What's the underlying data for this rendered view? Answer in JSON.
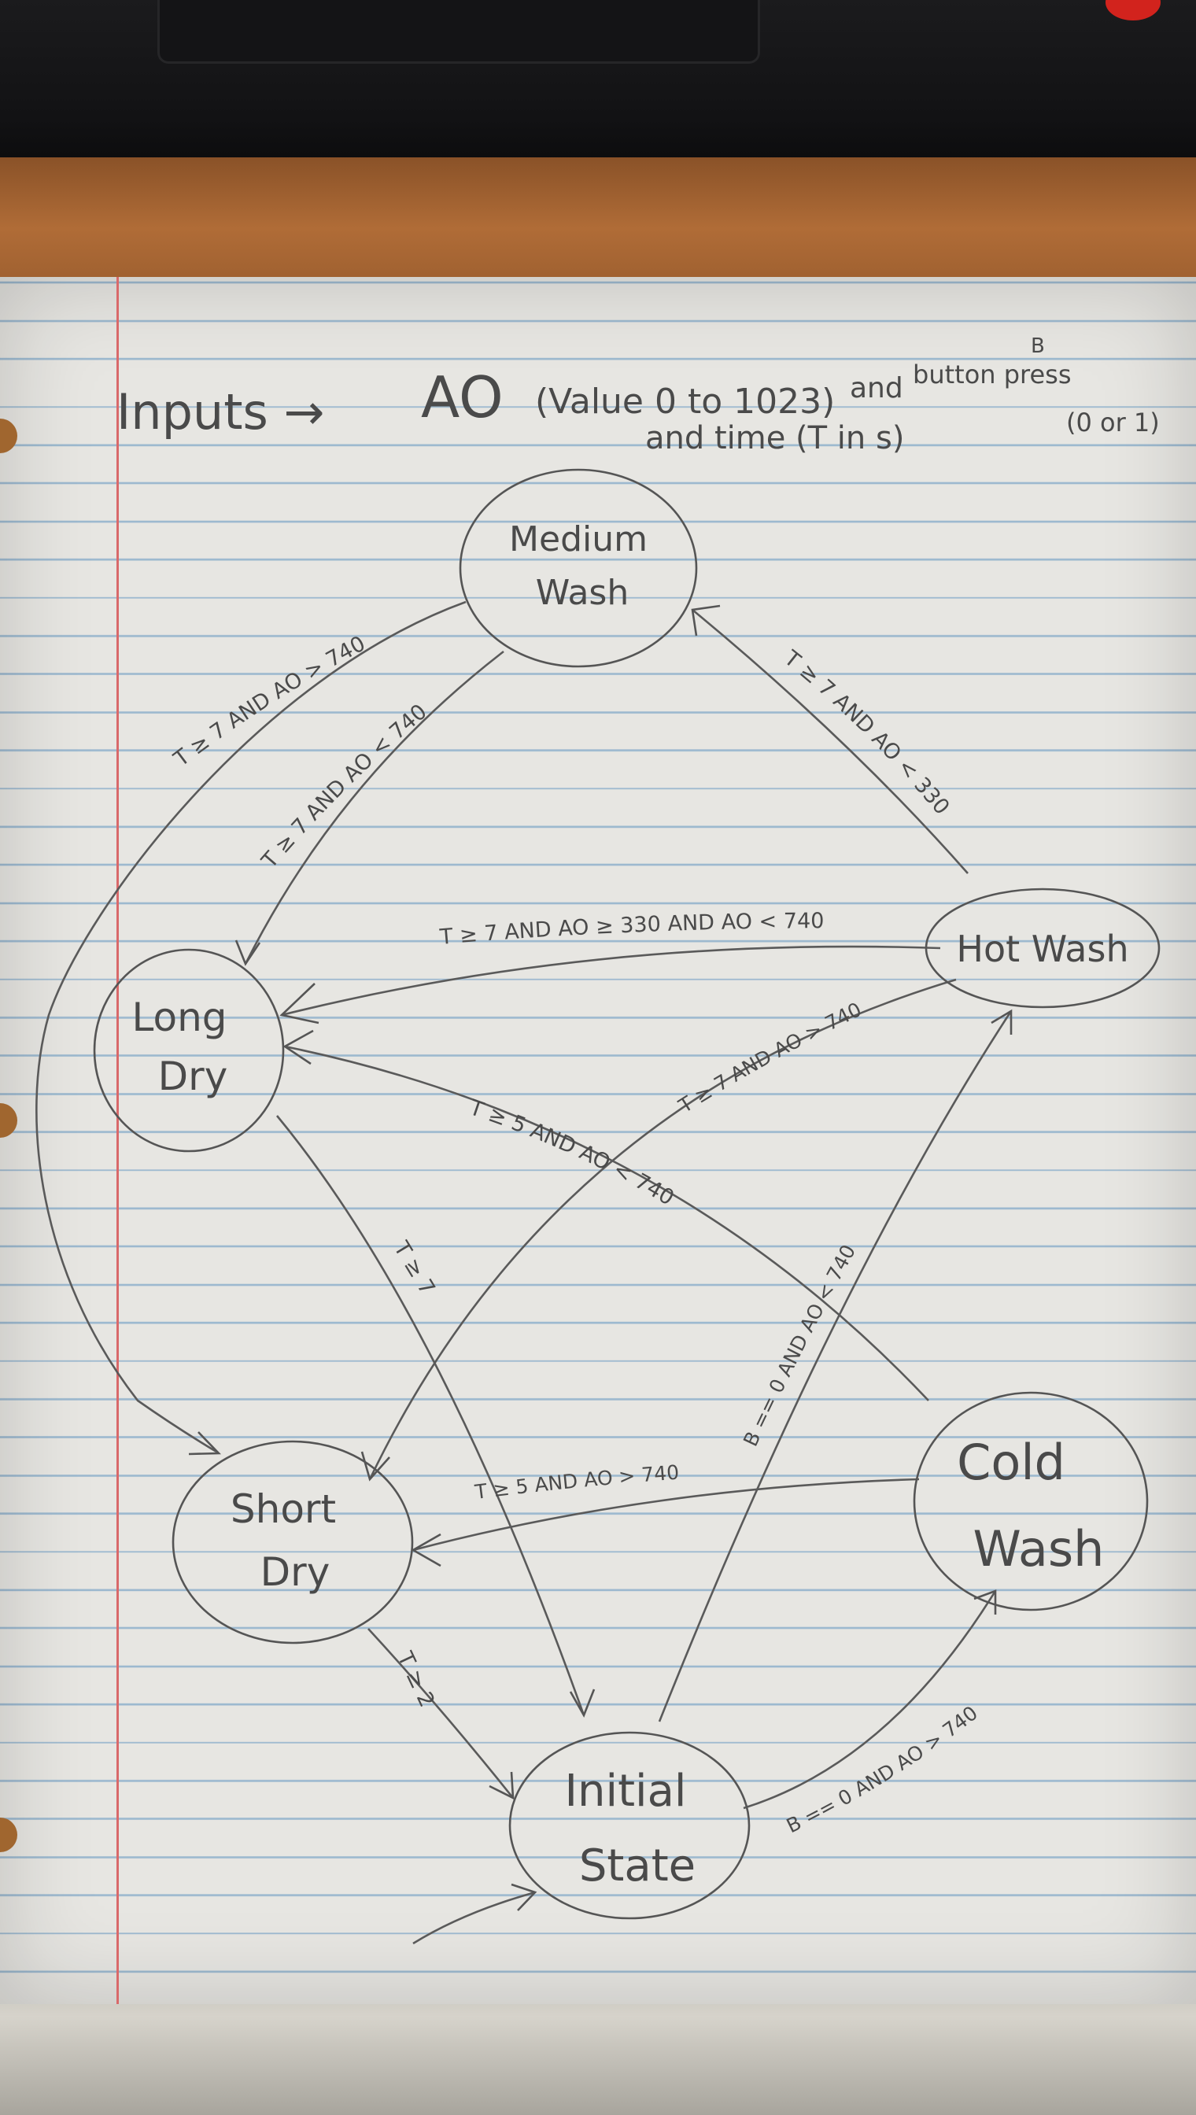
{
  "header": {
    "inputs": "Inputs →",
    "ao": "AO",
    "ao_range": "(Value 0 to 1023)",
    "and": "and",
    "b_label": "B",
    "button": "button press",
    "button_range": "(0 or 1)",
    "time": "and time (T in s)"
  },
  "states": {
    "medium_line1": "Medium",
    "medium_line2": "Wash",
    "hot": "Hot Wash",
    "long_line1": "Long",
    "long_line2": "Dry",
    "short_line1": "Short",
    "short_line2": "Dry",
    "cold_line1": "Cold",
    "cold_line2": "Wash",
    "initial_line1": "Initial",
    "initial_line2": "State"
  },
  "transitions": {
    "medium_to_short": "T ≥ 7 AND AO > 740",
    "medium_to_long": "T ≥ 7 AND AO < 740",
    "hot_to_medium": "T ≥ 7 AND AO < 330",
    "hot_to_long": "T ≥ 7 AND AO ≥ 330 AND AO < 740",
    "hot_to_short": "T ≥ 7 AND AO > 740",
    "cold_to_long": "T ≥ 5 AND AO < 740",
    "long_to_initial": "T ≥ 7",
    "initial_to_hot": "B == 0 AND AO < 740",
    "cold_to_short": "T ≥ 5 AND AO > 740",
    "short_to_initial": "T ≥ 2",
    "initial_to_cold": "B == 0 AND AO > 740"
  }
}
